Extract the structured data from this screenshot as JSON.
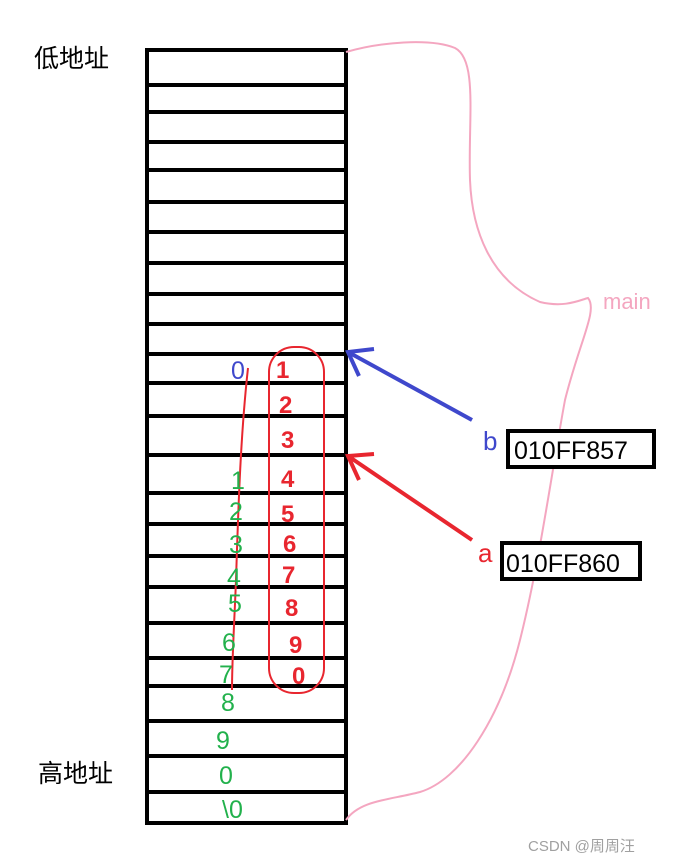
{
  "labels": {
    "low_address": "低地址",
    "high_address": "高地址",
    "main": "main",
    "pointer_b": "b",
    "pointer_a": "a",
    "address_b": "010FF857",
    "address_a": "010FF860"
  },
  "red_digits": [
    "1",
    "2",
    "3",
    "4",
    "5",
    "6",
    "7",
    "8",
    "9",
    "0"
  ],
  "green_digits": [
    "1",
    "2",
    "3",
    "4",
    "5",
    "6",
    "7",
    "8",
    "9",
    "0",
    "\\0"
  ],
  "blue_digit": "0",
  "watermark": "CSDN @周周汪",
  "colors": {
    "red": "#e8262f",
    "green": "#22b14c",
    "blue": "#3f48cc",
    "pink": "#f4a6c0",
    "black": "#000000"
  }
}
